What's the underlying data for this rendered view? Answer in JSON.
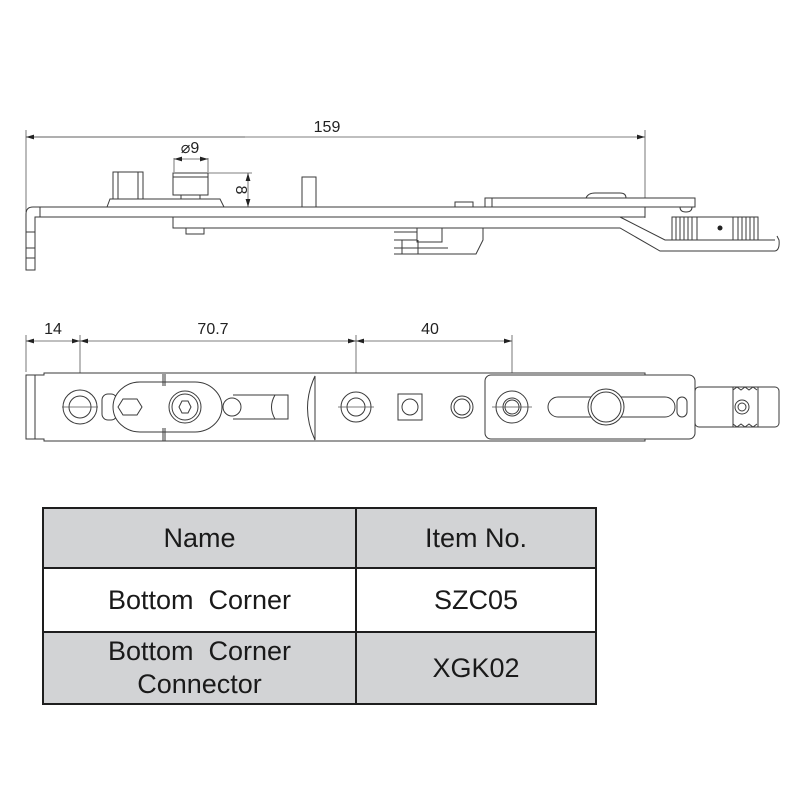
{
  "side_view": {
    "dimensions": {
      "overall_length": "159",
      "pin_diameter": "⌀9",
      "pin_height": "8"
    }
  },
  "top_view": {
    "dimensions": {
      "first_hole_offset": "14",
      "hole_spacing_1": "70.7",
      "hole_spacing_2": "40"
    }
  },
  "table": {
    "headers": [
      "Name",
      "Item No."
    ],
    "rows": [
      {
        "name": "Bottom  Corner",
        "item_no": "SZC05"
      },
      {
        "name_line1": "Bottom  Corner",
        "name_line2": "Connector",
        "item_no": "XGK02"
      }
    ]
  },
  "colors": {
    "line": "#3a3a3a",
    "table_header_bg": "#d2d3d5",
    "table_border": "#1e1e1e"
  }
}
